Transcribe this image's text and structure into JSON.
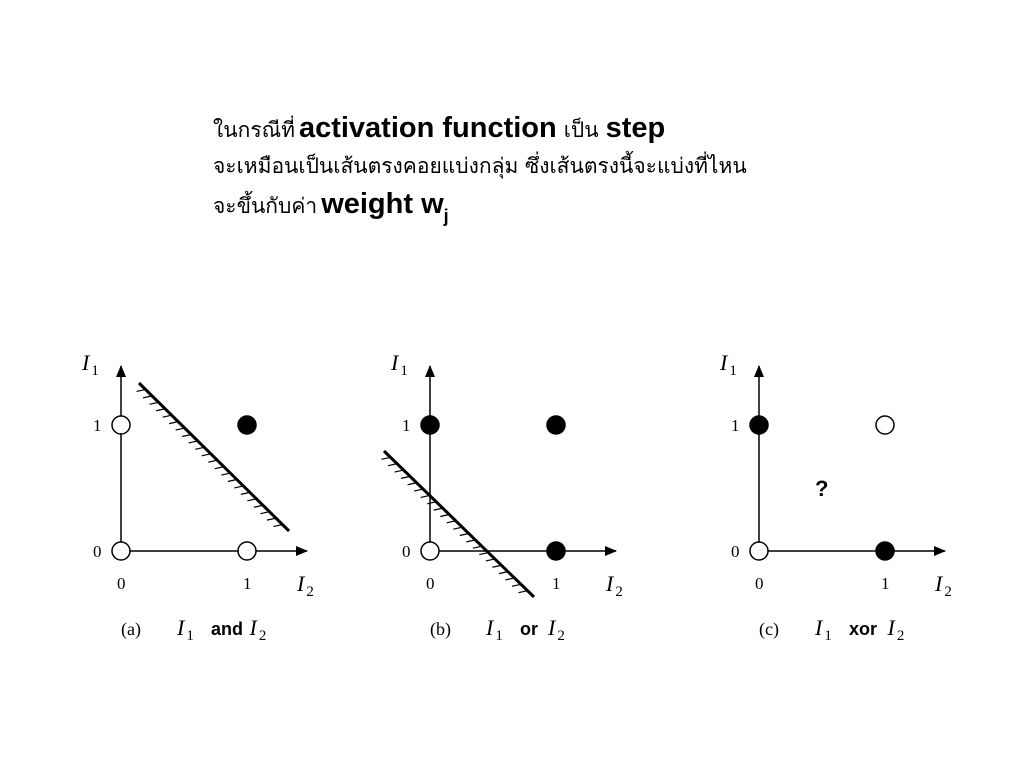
{
  "slide": {
    "line1": {
      "th_before": "ในกรณีที่",
      "en_1": "activation function",
      "th_mid": "เป็น",
      "en_2": "step"
    },
    "line2": "จะเหมือนเป็นเส้นตรงคอยแบ่งกลุ่ม ซึ่งเส้นตรงนี้จะแบ่งที่ไหน",
    "line3": {
      "th_before": "จะขึ้นกับค่า",
      "en": "weight w",
      "subscript": "j"
    }
  },
  "diagrams": [
    {
      "id": "a",
      "caption_letter": "(a)",
      "op": "and",
      "points": [
        {
          "i2": 0,
          "i1": 0,
          "filled": false
        },
        {
          "i2": 1,
          "i1": 0,
          "filled": false
        },
        {
          "i2": 0,
          "i1": 1,
          "filled": false
        },
        {
          "i2": 1,
          "i1": 1,
          "filled": true
        }
      ],
      "boundary": true,
      "question": ""
    },
    {
      "id": "b",
      "caption_letter": "(b)",
      "op": "or",
      "points": [
        {
          "i2": 0,
          "i1": 0,
          "filled": false
        },
        {
          "i2": 1,
          "i1": 0,
          "filled": true
        },
        {
          "i2": 0,
          "i1": 1,
          "filled": true
        },
        {
          "i2": 1,
          "i1": 1,
          "filled": true
        }
      ],
      "boundary": true,
      "question": ""
    },
    {
      "id": "c",
      "caption_letter": "(c)",
      "op": "xor",
      "points": [
        {
          "i2": 0,
          "i1": 0,
          "filled": false
        },
        {
          "i2": 1,
          "i1": 0,
          "filled": true
        },
        {
          "i2": 0,
          "i1": 1,
          "filled": true
        },
        {
          "i2": 1,
          "i1": 1,
          "filled": false
        }
      ],
      "boundary": false,
      "question": "?"
    }
  ],
  "axis": {
    "i1_label": "I",
    "i1_sub": "1",
    "i2_label": "I",
    "i2_sub": "2",
    "tick_0": "0",
    "tick_1": "1"
  }
}
